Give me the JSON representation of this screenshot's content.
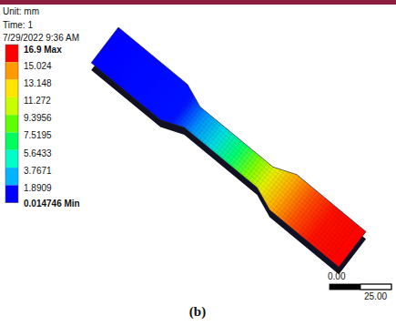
{
  "diagram": {
    "caption": "(b)",
    "labels": [
      "Unit: mm",
      "Time: 1",
      "7/29/2022 9:36 AM",
      "16.9 Max",
      "15.024",
      "13.148",
      "11.272",
      "9.3956",
      "7.5195",
      "5.6433",
      "3.7671",
      "1.8909",
      "0.014746 Min",
      "0.00",
      "25.00"
    ]
  }
}
